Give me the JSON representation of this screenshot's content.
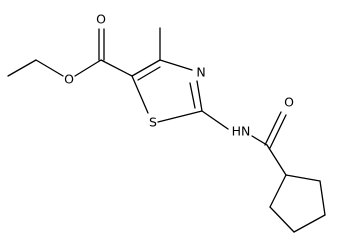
{
  "molecule": {
    "description": "",
    "atom_labels": {
      "ester_carbonyl_oxygen": "O",
      "ester_ether_oxygen": "O",
      "thiazole_nitrogen": "N",
      "thiazole_sulfur": "S",
      "amide_nh": "HN",
      "amide_carbonyl_oxygen": "O"
    },
    "colors": {
      "bond": "#000000",
      "label": "#000000",
      "background": "#ffffff"
    }
  }
}
